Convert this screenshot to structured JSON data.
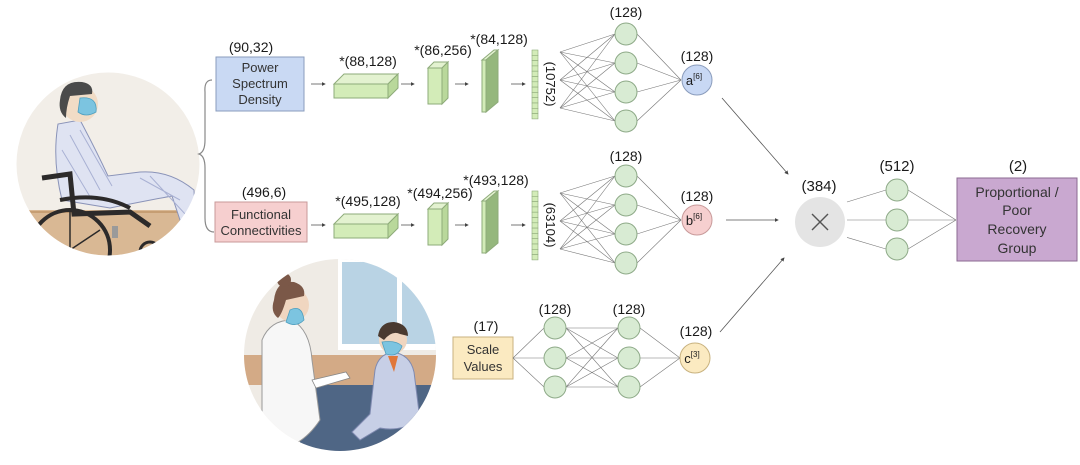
{
  "colors": {
    "psd_fill": "#c9d9f3",
    "psd_stroke": "#8a9cbc",
    "fc_fill": "#f6cfcf",
    "fc_stroke": "#c89a9a",
    "scale_fill": "#fbeac1",
    "scale_stroke": "#c8b27f",
    "output_fill": "#c9a8d0",
    "output_stroke": "#8b6a92",
    "node_fill": "#d8ebd3",
    "node_stroke": "#8eaa88",
    "tensor_front": "#d3ecb8",
    "tensor_top": "#e3f2d0",
    "tensor_side": "#b9d89b",
    "tensor_dark": "#95b77d",
    "tensor_stroke": "#8eab7a",
    "a_fill": "#c8d8f4",
    "b_fill": "#f6cfcf",
    "c_fill": "#fbeac1",
    "mult_fill": "#e4e4e4",
    "edge": "#777777"
  },
  "illustrations": {
    "patient_wheelchair": "patient in wheelchair wearing EEG cap and face mask",
    "clinical_assessment": "clinician with clipboard assessing seated patient"
  },
  "branches": {
    "psd": {
      "input_shape": "(90,32)",
      "input_label": [
        "Power",
        "Spectrum",
        "Density"
      ],
      "conv_shapes": [
        "*(88,128)",
        "*(86,256)",
        "*(84,128)"
      ],
      "flatten_size": "(10752)",
      "hidden_size": "(128)",
      "output_size": "(128)",
      "output_symbol": "a",
      "output_superscript": "[6]"
    },
    "fc": {
      "input_shape": "(496,6)",
      "input_label": [
        "Functional",
        "Connectivities"
      ],
      "conv_shapes": [
        "*(495,128)",
        "*(494,256)",
        "*(493,128)"
      ],
      "flatten_size": "(63104)",
      "hidden_size": "(128)",
      "output_size": "(128)",
      "output_symbol": "b",
      "output_superscript": "[6]"
    },
    "scale": {
      "input_shape": "(17)",
      "input_label": [
        "Scale",
        "Values"
      ],
      "hidden1_size": "(128)",
      "hidden2_size": "(128)",
      "output_size": "(128)",
      "output_symbol": "c",
      "output_superscript": "[3]"
    }
  },
  "fusion": {
    "size": "(384)",
    "operator": "×"
  },
  "classifier": {
    "hidden_size": "(512)",
    "output_size": "(2)",
    "output_label": [
      "Proportional /",
      "Poor",
      "Recovery",
      "Group"
    ]
  }
}
